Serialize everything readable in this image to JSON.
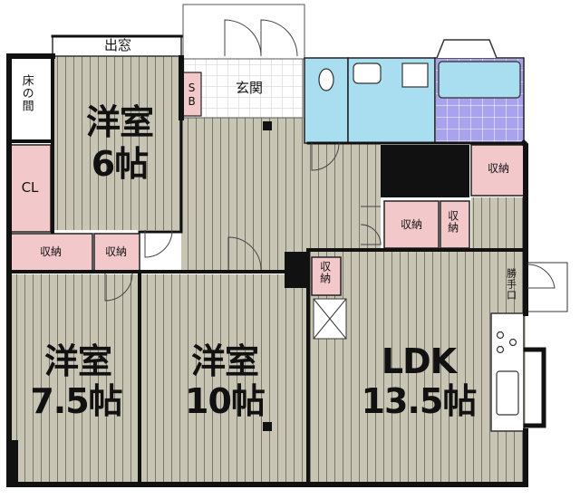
{
  "floorplan": {
    "rooms": {
      "western_6": {
        "name": "洋室",
        "size": "6帖"
      },
      "western_7_5": {
        "name": "洋室",
        "size": "7.5帖"
      },
      "western_10": {
        "name": "洋室",
        "size": "10帖"
      },
      "ldk": {
        "name": "LDK",
        "size": "13.5帖"
      }
    },
    "labels": {
      "bay_window": "出窓",
      "tokonoma": "床の間",
      "closet": "CL",
      "shoe_box": "SB",
      "entrance": "玄関",
      "storage_1": "収納",
      "storage_2": "収納",
      "storage_3": "収納",
      "storage_4": "収納",
      "storage_5": "収納",
      "storage_6": "収納",
      "service_door": "勝手口"
    },
    "colors": {
      "floor": "#c9c5b5",
      "floor_stripe": "#7a766a",
      "wall": "#111111",
      "storage": "#f2c8cb",
      "wet_area": "#a9ddf0",
      "bath_tile": "#a9a3ee"
    }
  }
}
